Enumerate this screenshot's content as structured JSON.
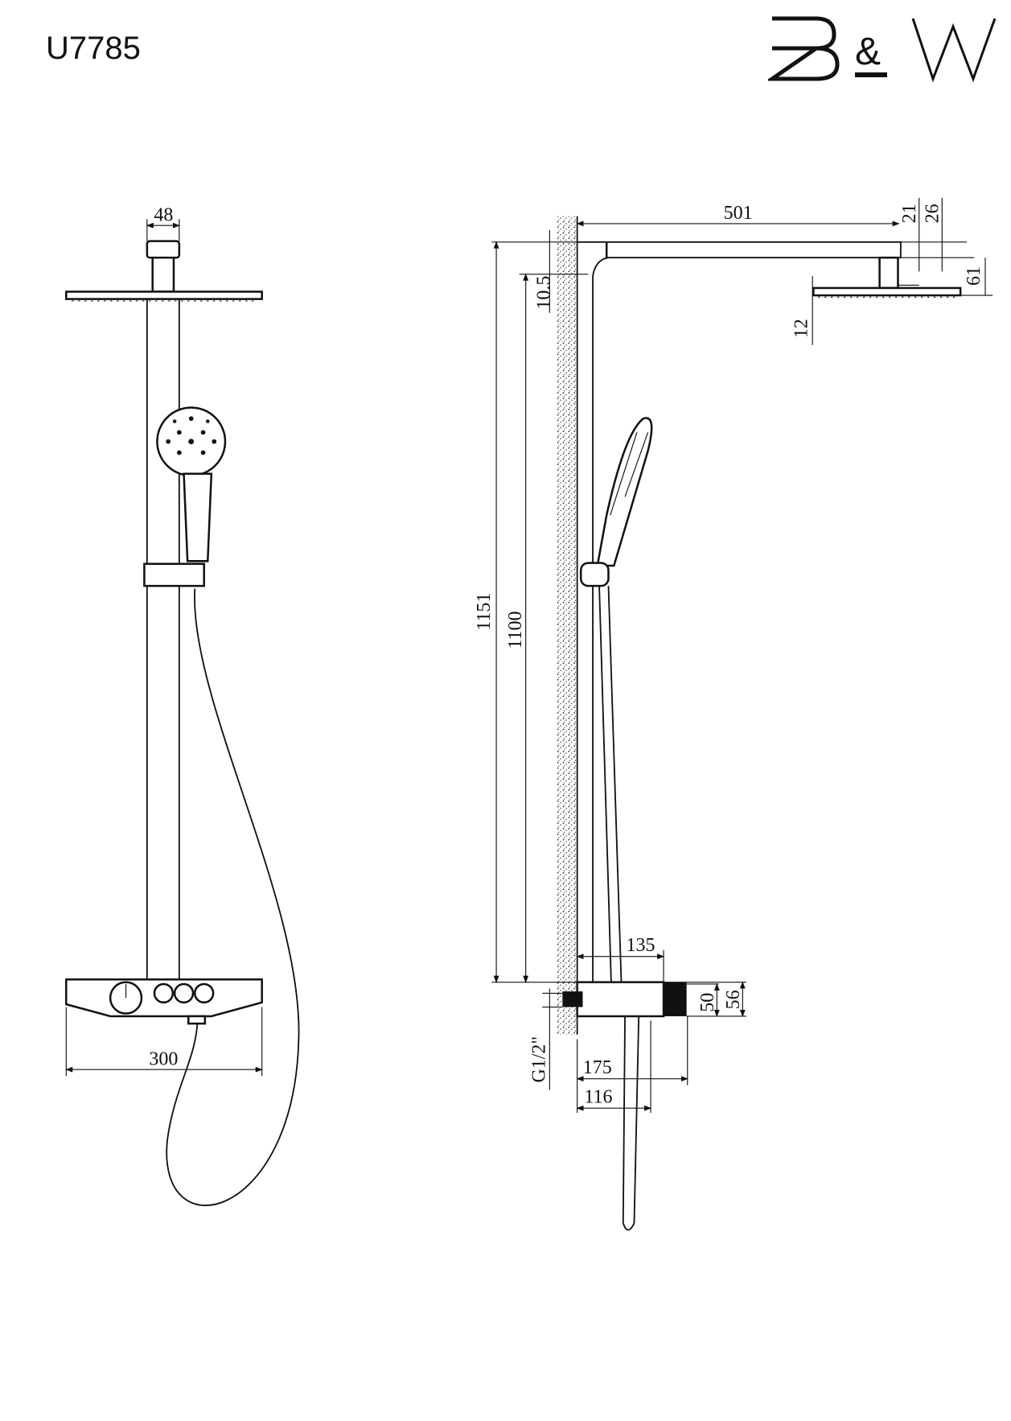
{
  "header": {
    "model_code": "U7785",
    "brand_logo": "B&W"
  },
  "front_view": {
    "dims": {
      "mount_width": "48",
      "mixer_width": "300"
    }
  },
  "side_view": {
    "dims": {
      "arm_length": "501",
      "arm_thickness": "21",
      "arm_to_connector": "26",
      "head_drop": "61",
      "head_thickness": "12",
      "wall_offset": "10.5",
      "total_height": "1151",
      "rail_height": "1100",
      "mixer_depth_top": "135",
      "mixer_height_inner": "50",
      "mixer_height_outer": "56",
      "inlet_thread": "G1/2\"",
      "mixer_depth_total": "175",
      "outlet_offset": "116"
    }
  },
  "colors": {
    "ink": "#111111",
    "paper": "#ffffff"
  }
}
